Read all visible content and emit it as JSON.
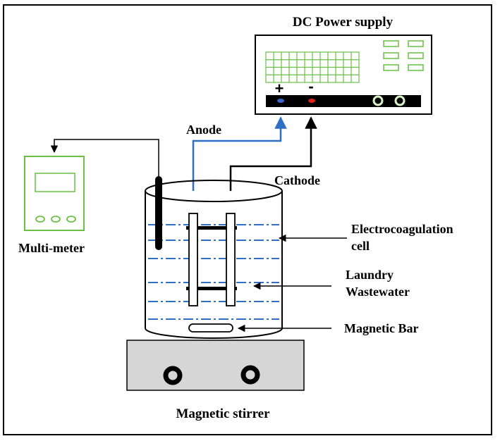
{
  "labels": {
    "power_supply": "DC Power supply",
    "plus_sign": "+",
    "minus_sign": "-",
    "anode": "Anode",
    "cathode": "Cathode",
    "multimeter": "Multi-meter",
    "ec_cell_line1": "Electrocoagulation",
    "ec_cell_line2": "cell",
    "laundry_line1": "Laundry",
    "laundry_line2": "Wastewater",
    "magnetic_bar": "Magnetic Bar",
    "magnetic_stirrer": "Magnetic stirrer"
  },
  "colors": {
    "outline": "#000000",
    "device_green": "#6abf45",
    "anode_wire": "#2f6fc4",
    "water_dash": "#2f6fc4",
    "positive_terminal": "#3a66c9",
    "negative_terminal": "#e0201b",
    "stirrer_fill": "#d6d6d6"
  }
}
